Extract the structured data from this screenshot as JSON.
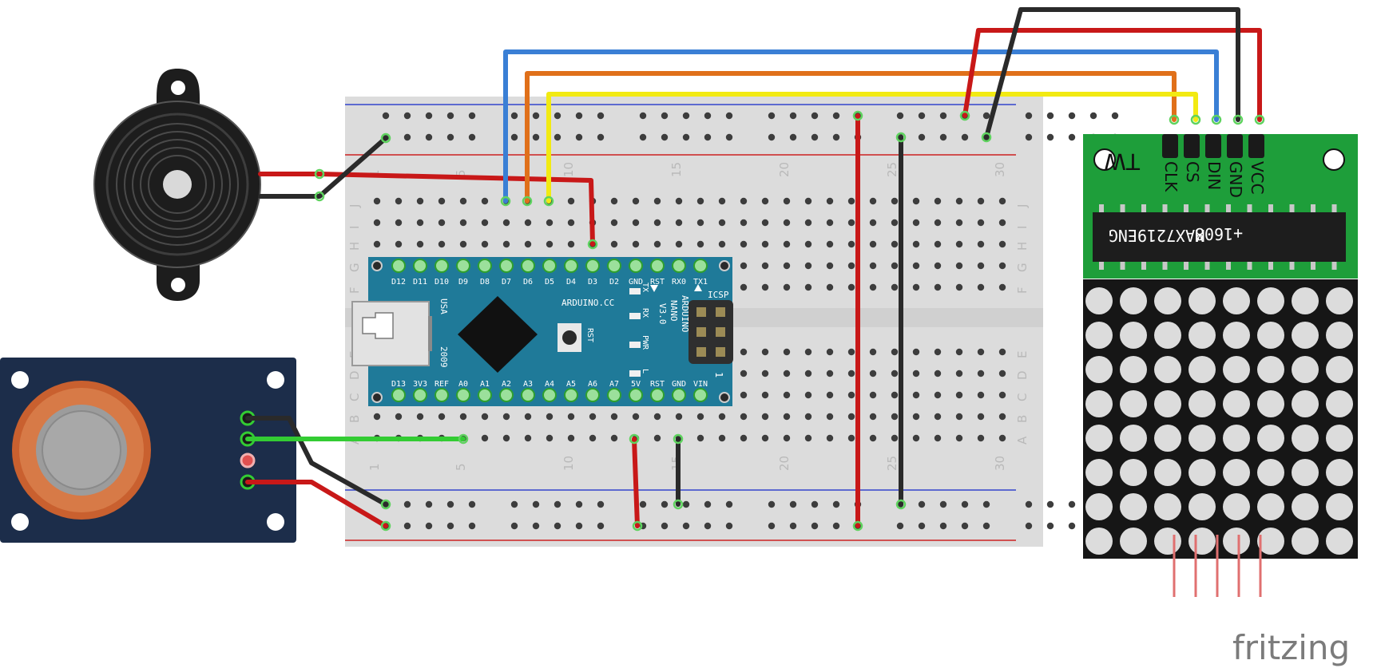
{
  "breadboard": {
    "column_numbers": [
      "1",
      "5",
      "10",
      "15",
      "20",
      "25",
      "30"
    ],
    "row_letters_top": [
      "J",
      "I",
      "H",
      "G",
      "F"
    ],
    "row_letters_bottom": [
      "E",
      "D",
      "C",
      "B",
      "A"
    ]
  },
  "nano": {
    "top_pins": [
      "D12",
      "D11",
      "D10",
      "D9",
      "D8",
      "D7",
      "D6",
      "D5",
      "D4",
      "D3",
      "D2",
      "GND",
      "RST",
      "RX0",
      "TX1"
    ],
    "bottom_pins": [
      "D13",
      "3V3",
      "REF",
      "A0",
      "A1",
      "A2",
      "A3",
      "A4",
      "A5",
      "A6",
      "A7",
      "5V",
      "RST",
      "GND",
      "VIN"
    ],
    "site": "ARDUINO.CC",
    "name_lines": [
      "ARDUINO",
      "NANO",
      "V3.0"
    ],
    "usa": "USA",
    "year": "2009",
    "icsp": "ICSP",
    "led_labels": [
      "TX",
      "RX",
      "PWR",
      "L"
    ],
    "rst": "RST",
    "one": "1"
  },
  "matrix_module": {
    "pin_labels": [
      "CLK",
      "CS",
      "DIN",
      "GND",
      "VCC"
    ],
    "logo": "TW",
    "chip_line1": "MAX7219ENG",
    "chip_line2": "+1608"
  },
  "footer": {
    "brand": "fritzing"
  },
  "colors": {
    "red": "#c81818",
    "black": "#2a2a2a",
    "blue": "#3a7fd5",
    "orange": "#e0701a",
    "yellow": "#f2ea12",
    "green": "#33cc33",
    "nano_blue": "#1f7a99",
    "matrix_pcb": "#1e9e3a",
    "sensor_pcb": "#1c2d4a"
  }
}
